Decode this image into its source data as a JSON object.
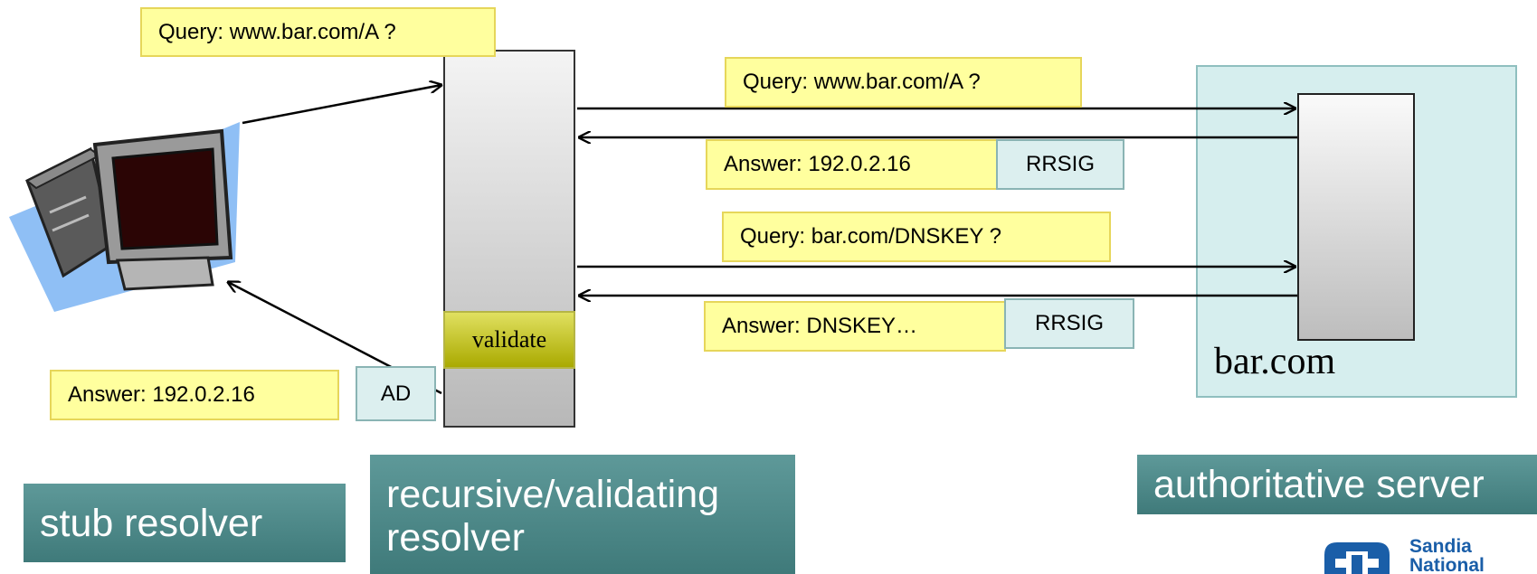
{
  "labels": {
    "query_stub": "Query: www.bar.com/A ?",
    "query_auth": "Query: www.bar.com/A ?",
    "answer_auth_1": "Answer: 192.0.2.16",
    "rrsig_1": "RRSIG",
    "query_dnskey": "Query: bar.com/DNSKEY ?",
    "answer_dnskey": "Answer: DNSKEY…",
    "rrsig_2": "RRSIG",
    "answer_stub": "Answer: 192.0.2.16",
    "ad_flag": "AD",
    "validate": "validate",
    "domain": "bar.com"
  },
  "roles": {
    "stub": "stub resolver",
    "recursive": "recursive/validating resolver",
    "authoritative": "authoritative server"
  },
  "logo": {
    "line1": "Sandia",
    "line2": "National"
  },
  "colors": {
    "note_fill": "#ffff9e",
    "flag_fill": "#dcefef",
    "role_fill": "#4a8585",
    "server_panel": "#d6eeee"
  }
}
